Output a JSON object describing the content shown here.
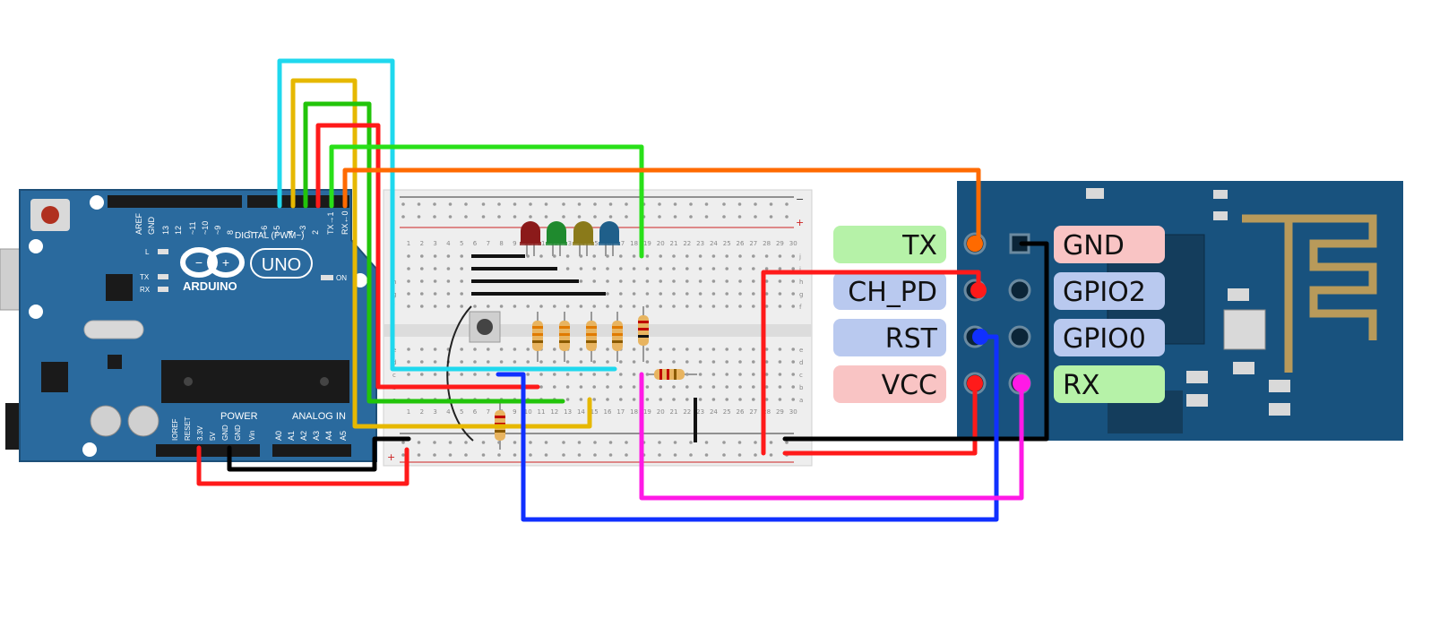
{
  "arduino": {
    "brand": "ARDUINO",
    "model": "UNO",
    "digital_header_label": "DIGITAL (PWM~)",
    "power_label": "POWER",
    "analog_label": "ANALOG IN",
    "on_label": "ON",
    "l_label": "L",
    "tx_label": "TX",
    "rx_label": "RX",
    "digital_pins": [
      "AREF",
      "GND",
      "13",
      "12",
      "~11",
      "~10",
      "~9",
      "8",
      "7",
      "~6",
      "~5",
      "4",
      "~3",
      "2",
      "TX→1",
      "RX←0"
    ],
    "power_pins": [
      "IOREF",
      "RESET",
      "3.3V",
      "5V",
      "GND",
      "GND",
      "Vin"
    ],
    "analog_pins": [
      "A0",
      "A1",
      "A2",
      "A3",
      "A4",
      "A5"
    ]
  },
  "esp_module": {
    "left_labels": [
      {
        "text": "TX",
        "color": "#b6f2a8"
      },
      {
        "text": "CH_PD",
        "color": "#b9c9ef"
      },
      {
        "text": "RST",
        "color": "#b9c9ef"
      },
      {
        "text": "VCC",
        "color": "#f9c4c4"
      }
    ],
    "right_labels": [
      {
        "text": "GND",
        "color": "#f9c4c4"
      },
      {
        "text": "GPIO2",
        "color": "#b9c9ef"
      },
      {
        "text": "GPIO0",
        "color": "#b9c9ef"
      },
      {
        "text": "RX",
        "color": "#b6f2a8"
      }
    ]
  },
  "breadboard": {
    "plus_label": "+",
    "minus_label": "−",
    "row_letters_top": [
      "j",
      "i",
      "h",
      "g",
      "f"
    ],
    "row_letters_bottom": [
      "e",
      "d",
      "c",
      "b",
      "a"
    ],
    "column_numbers": [
      "1",
      "2",
      "3",
      "4",
      "5",
      "6",
      "7",
      "8",
      "9",
      "10",
      "11",
      "12",
      "13",
      "14",
      "15",
      "16",
      "17",
      "18",
      "19",
      "20",
      "21",
      "22",
      "23",
      "24",
      "25",
      "26",
      "27",
      "28",
      "29",
      "30"
    ]
  },
  "leds": [
    {
      "color": "#8b1a1a",
      "name": "red"
    },
    {
      "color": "#1f8a2e",
      "name": "green"
    },
    {
      "color": "#8a7a1a",
      "name": "yellow"
    },
    {
      "color": "#1f5f8a",
      "name": "blue"
    }
  ],
  "wire_colors": {
    "cyan": "#1fd8ee",
    "yellow": "#e6b800",
    "green": "#22c40a",
    "bright_green": "#29e019",
    "red": "#ff1a1a",
    "orange": "#ff6a00",
    "blue": "#1030ff",
    "magenta": "#ff19e6",
    "black": "#000000"
  }
}
